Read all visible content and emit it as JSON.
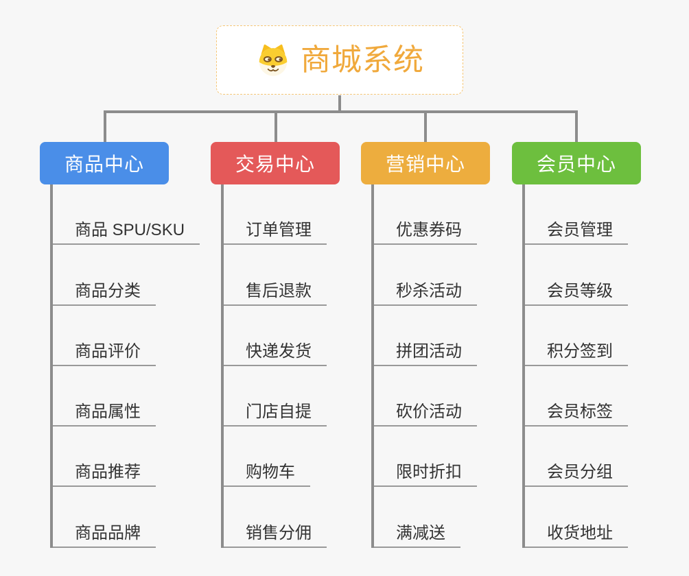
{
  "root": {
    "title": "商城系统",
    "icon": "dog-icon"
  },
  "branches": [
    {
      "label": "商品中心",
      "color": "#4a8ee8",
      "items": [
        "商品 SPU/SKU",
        "商品分类",
        "商品评价",
        "商品属性",
        "商品推荐",
        "商品品牌"
      ]
    },
    {
      "label": "交易中心",
      "color": "#e45959",
      "items": [
        "订单管理",
        "售后退款",
        "快递发货",
        "门店自提",
        "购物车",
        "销售分佣"
      ]
    },
    {
      "label": "营销中心",
      "color": "#edad3e",
      "items": [
        "优惠券码",
        "秒杀活动",
        "拼团活动",
        "砍价活动",
        "限时折扣",
        "满减送"
      ]
    },
    {
      "label": "会员中心",
      "color": "#6dbf3e",
      "items": [
        "会员管理",
        "会员等级",
        "积分签到",
        "会员标签",
        "会员分组",
        "收货地址"
      ]
    }
  ],
  "colors": {
    "background": "#f7f7f7",
    "connector": "#8c8c8c",
    "item_underline": "#999999",
    "item_text": "#333333",
    "root_accent": "#f0a93c",
    "root_border": "#f6c675"
  }
}
